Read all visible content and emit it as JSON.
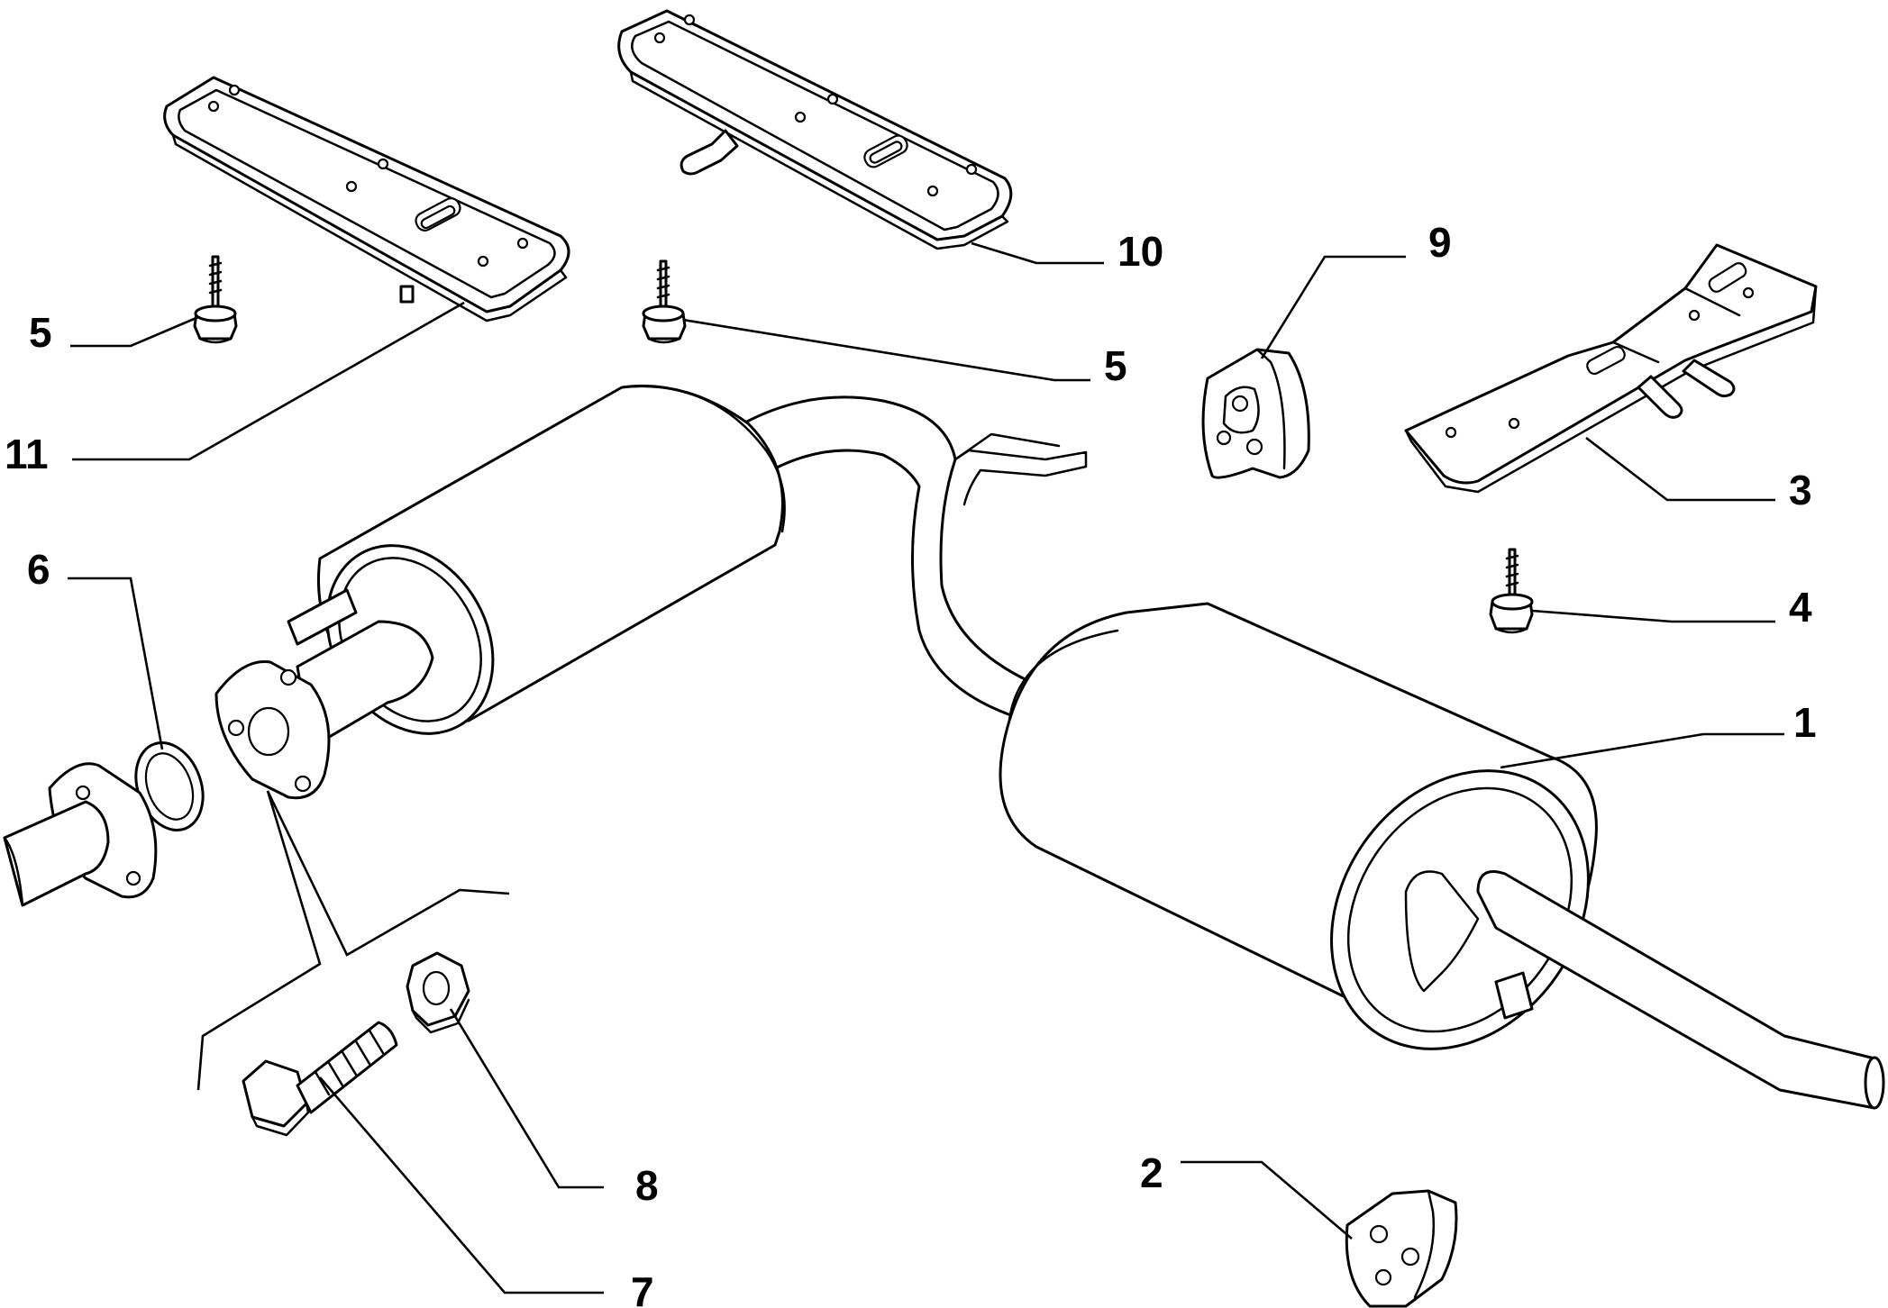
{
  "diagram": {
    "callouts": [
      {
        "id": "c1",
        "text": "1"
      },
      {
        "id": "c2",
        "text": "2"
      },
      {
        "id": "c3",
        "text": "3"
      },
      {
        "id": "c4",
        "text": "4"
      },
      {
        "id": "c5a",
        "text": "5"
      },
      {
        "id": "c5b",
        "text": "5"
      },
      {
        "id": "c6",
        "text": "6"
      },
      {
        "id": "c7",
        "text": "7"
      },
      {
        "id": "c8",
        "text": "8"
      },
      {
        "id": "c9",
        "text": "9"
      },
      {
        "id": "c10",
        "text": "10"
      },
      {
        "id": "c11",
        "text": "11"
      }
    ]
  }
}
